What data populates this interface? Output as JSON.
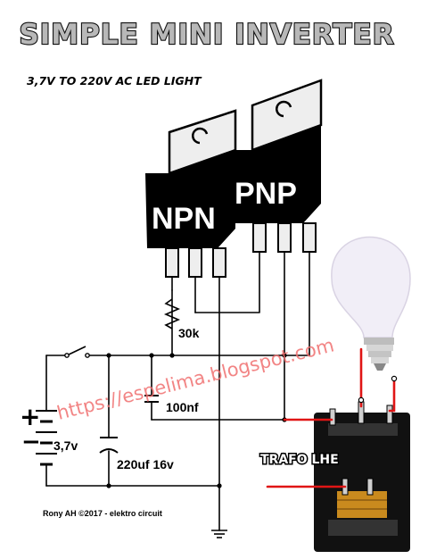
{
  "title": "SIMPLE MINI INVERTER",
  "subtitle": "3,7V TO 220V AC LED LIGHT",
  "transistors": {
    "npn_label": "NPN",
    "pnp_label": "PNP"
  },
  "components": {
    "resistor": "30k",
    "capacitor_small": "100nf",
    "capacitor_large": "220uf 16v",
    "battery": "3,7v",
    "battery_plus": "+",
    "battery_minus": "−",
    "transformer": "TRAFO LHE"
  },
  "watermark": "https://espelima.blogspot.com",
  "credit": "Rony AH ©2017 - elektro circuit",
  "colors": {
    "wire": "#000000",
    "output_wire": "#e01515",
    "transistor_body": "#000000",
    "heatsink": "#eeeeee",
    "bulb": "#f1eef7",
    "bulb_base": "#cfcfcf",
    "watermark": "#f07070",
    "title_fill": "#b8b8b8"
  }
}
